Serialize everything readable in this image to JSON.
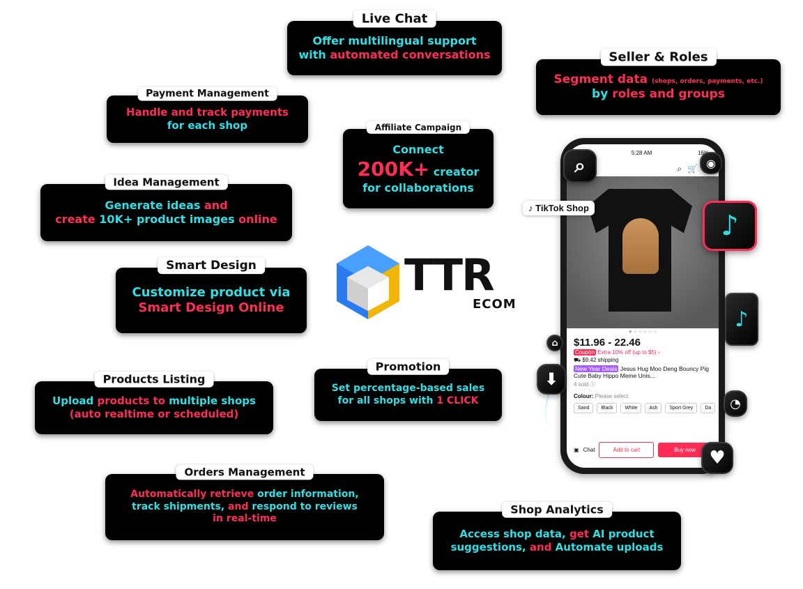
{
  "cards": {
    "live_chat": {
      "label": "Live Chat",
      "l1a": "Offer multilingual support",
      "l2a": "with ",
      "l2b": "automated conversations"
    },
    "seller_roles": {
      "label": "Seller & Roles",
      "l1a": "Segment data ",
      "l1b": "(shops, orders, payments, etc.)",
      "l2a": "by ",
      "l2b": "roles and groups"
    },
    "payment": {
      "label": "Payment Management",
      "l1a": "Handle and track payments",
      "l2a": "for each shop"
    },
    "affiliate": {
      "label": "Affiliate Campaign",
      "l1a": "Connect",
      "l2a": "200K+",
      "l2b": " creator",
      "l3a": "for collaborations"
    },
    "idea": {
      "label": "Idea Management",
      "l1a": "Generate ideas",
      "l1b": " and",
      "l2a": "create ",
      "l2b": "10K+ product images",
      "l2c": " online"
    },
    "smart_design": {
      "label": "Smart Design",
      "l1a": "Customize product via",
      "l2a": "Smart Design Online"
    },
    "products_listing": {
      "label": "Products Listing",
      "l1a": "Upload",
      "l1b": " products to ",
      "l1c": "multiple shops",
      "l2a": "(auto realtime or scheduled)"
    },
    "promotion": {
      "label": "Promotion",
      "l1a": "Set percentage-based sales",
      "l2a": "for all shops with ",
      "l2b": "1 CLICK"
    },
    "orders": {
      "label": "Orders Management",
      "l1a": "Automatically retrieve",
      "l1b": " order information,",
      "l2a": "track shipments,",
      "l2b": " and ",
      "l2c": "respond to reviews",
      "l3a": "in real-time"
    },
    "analytics": {
      "label": "Shop Analytics",
      "l1a": "Access shop data,",
      "l1b": " get ",
      "l1c": "AI product",
      "l2a": "suggestions,",
      "l2b": " and ",
      "l2c": "Automate uploads"
    }
  },
  "logo": {
    "name": "TTR",
    "sub": "ECOM"
  },
  "tiktok_badge": "TikTok Shop",
  "phone": {
    "time": "5:28 AM",
    "battery": "16%",
    "price": "$11.96 - 22.46",
    "coupon": "Coupon",
    "coupon_text": " Extra 10% off (up to $5) ›",
    "shipping": "⛟ $9.42 shipping",
    "new_year": "New Year Deals",
    "title": " Jesus Hug Moo Deng Bouncy Pig Cute Baby Hippo Meme Unis...",
    "sold": "4 sold ⓘ",
    "colour_label": "Colour:",
    "colour_value": " Please select",
    "colours": [
      "Sand",
      "Black",
      "White",
      "Ash",
      "Sport Grey",
      "Da"
    ],
    "chat": "Chat",
    "add_to_cart": "Add to cart",
    "buy_now": "Buy now"
  },
  "icons": [
    "magnifier-icon",
    "tiktok-icon",
    "shopping-bag-icon",
    "download-icon",
    "chart-icon",
    "heart-icon",
    "user-icon"
  ],
  "colors": {
    "cyan": "#2de0e6",
    "pink": "#ff2d55",
    "card_bg": "#000000"
  }
}
